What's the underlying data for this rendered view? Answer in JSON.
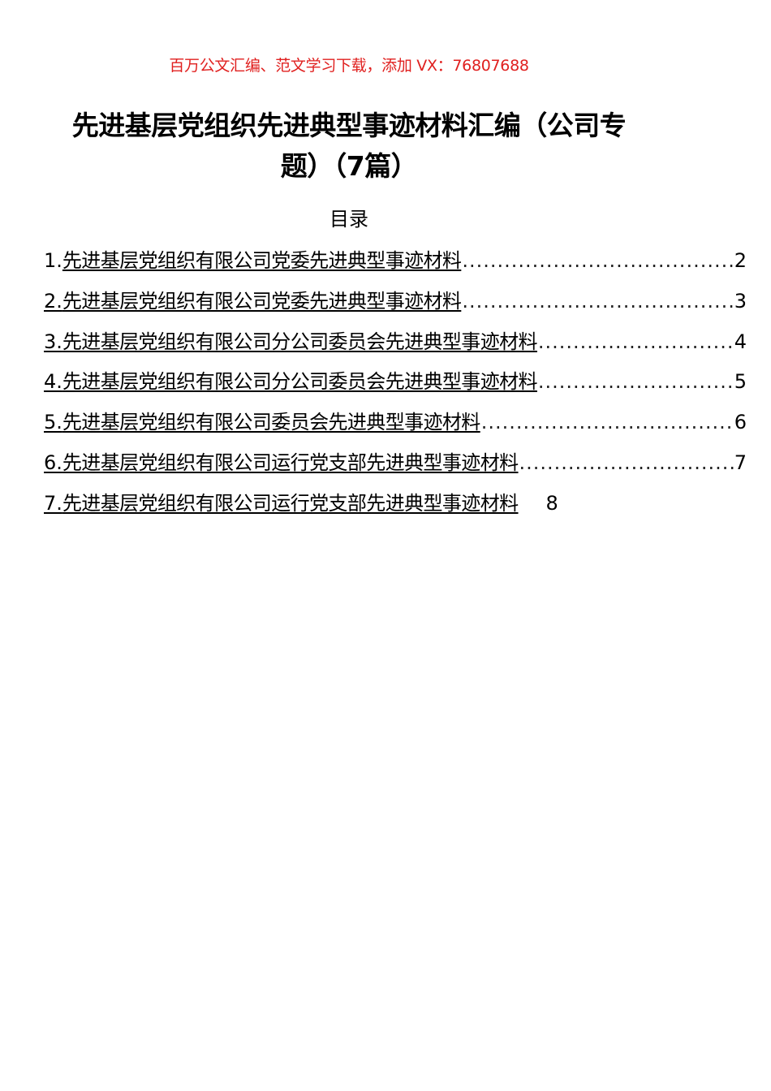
{
  "watermark": {
    "text": "百万公文汇编、范文学习下载，添加 VX：76807688",
    "color": "#e0201f"
  },
  "document": {
    "title_line1": "先进基层党组织先进典型事迹材料汇编（公司专",
    "title_line2": "题）（7篇）"
  },
  "toc": {
    "heading": "目录",
    "items": [
      {
        "number": "1.",
        "title": "先进基层党组织有限公司党委先进典型事迹材料",
        "page": "2"
      },
      {
        "number": "2.",
        "title": "先进基层党组织有限公司党委先进典型事迹材料",
        "page": "3"
      },
      {
        "number": "3.",
        "title": "先进基层党组织有限公司分公司委员会先进典型事迹材料",
        "page": "4"
      },
      {
        "number": "4.",
        "title": "先进基层党组织有限公司分公司委员会先进典型事迹材料",
        "page": "5"
      },
      {
        "number": "5.",
        "title": "先进基层党组织有限公司委员会先进典型事迹材料",
        "page": "6"
      },
      {
        "number": "6.",
        "title": "先进基层党组织有限公司运行党支部先进典型事迹材料",
        "page": "7"
      },
      {
        "number": "7.",
        "title": "先进基层党组织有限公司运行党支部先进典型事迹材料",
        "page": "8"
      }
    ]
  }
}
